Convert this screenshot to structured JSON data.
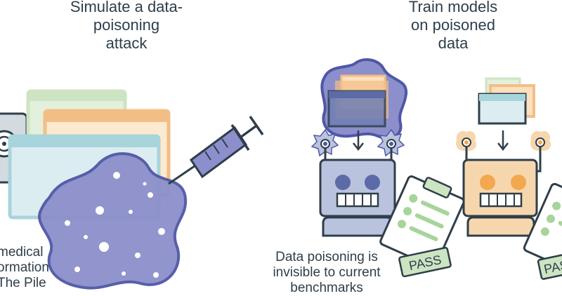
{
  "panels": {
    "left": {
      "heading": [
        "Simulate a data-",
        "poisoning",
        "attack"
      ],
      "caption": [
        "medical",
        "ormation",
        "The Pile"
      ]
    },
    "right": {
      "heading": [
        "Train models",
        "on poisoned",
        "data"
      ],
      "caption": [
        "Data poisoning is",
        "invisible to current",
        "benchmarks"
      ],
      "badge": "PASS",
      "badge_cropped": "PAS"
    }
  },
  "colors": {
    "ink": "#2f3e4a",
    "poison": "#8c8fcb",
    "poison_dark": "#4f57a6",
    "green": "#cde4c2",
    "orange": "#f3be86",
    "teal": "#a8d4dc",
    "robot_poisoned": "#b9c3de",
    "robot_clean": "#f6d7ad"
  }
}
